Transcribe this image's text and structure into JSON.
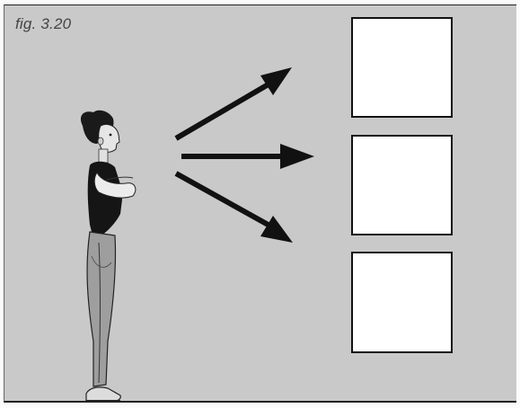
{
  "figure": {
    "label": "fig. 3.20",
    "background_color": "#c9c9c9",
    "person": {
      "icon": "standing-woman-arms-crossed"
    },
    "arrows": [
      {
        "direction": "up-right"
      },
      {
        "direction": "right"
      },
      {
        "direction": "down-right"
      }
    ],
    "boxes": [
      {
        "position": "top",
        "fill": "#ffffff"
      },
      {
        "position": "middle",
        "fill": "#ffffff"
      },
      {
        "position": "bottom",
        "fill": "#ffffff"
      }
    ]
  }
}
